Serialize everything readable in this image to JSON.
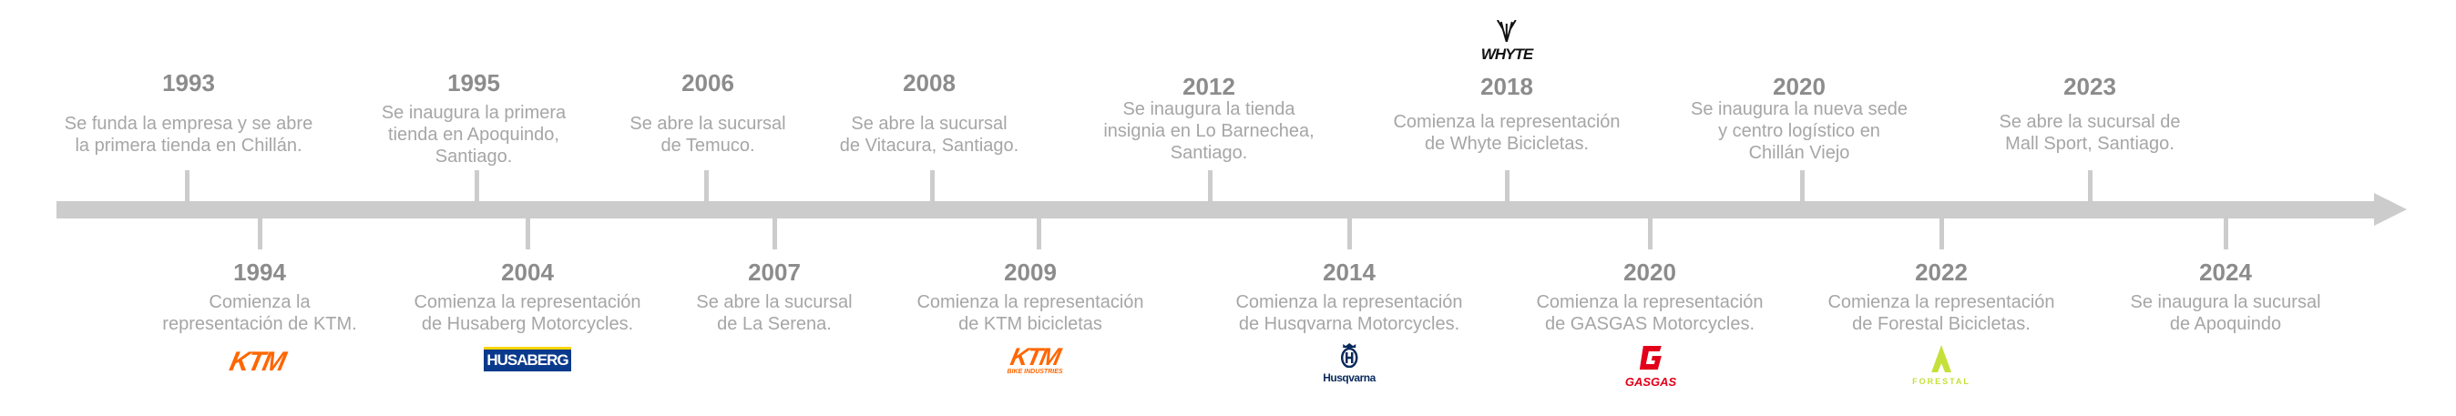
{
  "colors": {
    "bar": "#cccccc",
    "year": "#8c8c8c",
    "text": "#a6a6a6",
    "ktm": "#ff6600",
    "husaberg": "#0a3a8c",
    "husaberg_stripe": "#ffd500",
    "husqvarna": "#0a2a5c",
    "gasgas": "#e2001a",
    "forestal": "#c5e03a",
    "whyte": "#111111"
  },
  "top_events": [
    {
      "year": "1993",
      "text": "Se funda la empresa y se abre\nla primera tienda en Chillán."
    },
    {
      "year": "1995",
      "text": "Se inaugura la primera\ntienda en Apoquindo,\nSantiago."
    },
    {
      "year": "2006",
      "text": "Se abre la sucursal\nde Temuco."
    },
    {
      "year": "2008",
      "text": "Se abre la sucursal\nde Vitacura, Santiago."
    },
    {
      "year": "2012",
      "text": "Se inaugura la tienda\ninsignia en Lo Barnechea,\nSantiago."
    },
    {
      "year": "2018",
      "text": "Comienza la representación\nde Whyte Bicicletas."
    },
    {
      "year": "2020",
      "text": "Se inaugura la nueva sede\ny centro logístico en\nChillán Viejo"
    },
    {
      "year": "2023",
      "text": "Se abre la sucursal de\nMall Sport, Santiago."
    }
  ],
  "bottom_events": [
    {
      "year": "1994",
      "text": "Comienza la\nrepresentación de KTM."
    },
    {
      "year": "2004",
      "text": "Comienza la representación\nde Husaberg Motorcycles."
    },
    {
      "year": "2007",
      "text": "Se abre la sucursal\nde La Serena."
    },
    {
      "year": "2009",
      "text": "Comienza la representación\nde KTM bicicletas"
    },
    {
      "year": "2014",
      "text": "Comienza la representación\nde Husqvarna Motorcycles."
    },
    {
      "year": "2020",
      "text": "Comienza la representación\nde GASGAS Motorcycles."
    },
    {
      "year": "2022",
      "text": "Comienza la representación\nde Forestal Bicicletas."
    },
    {
      "year": "2024",
      "text": "Se inaugura la sucursal\nde Apoquindo"
    }
  ],
  "logos": {
    "ktm": "KTM",
    "husaberg": "HUSABERG",
    "ktm_bike": "KTM",
    "ktm_bike_sub": "BIKE INDUSTRIES",
    "husqvarna": "Husqvarna",
    "gasgas": "GASGAS",
    "forestal": "FORESTAL",
    "whyte": "WHYTE"
  }
}
